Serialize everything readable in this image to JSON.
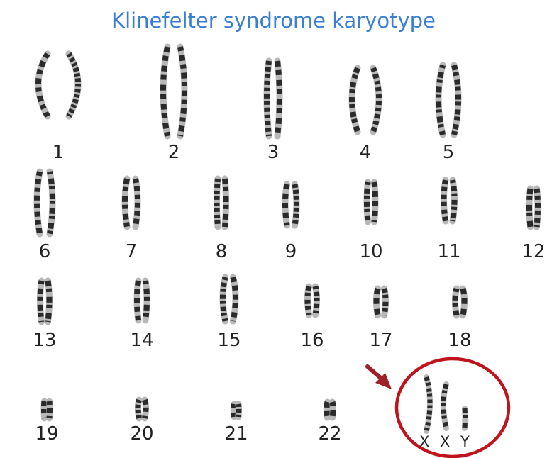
{
  "title": "Klinefelter syndrome karyotype",
  "autosomes": [
    {
      "number": "1"
    },
    {
      "number": "2"
    },
    {
      "number": "3"
    },
    {
      "number": "4"
    },
    {
      "number": "5"
    },
    {
      "number": "6"
    },
    {
      "number": "7"
    },
    {
      "number": "8"
    },
    {
      "number": "9"
    },
    {
      "number": "10"
    },
    {
      "number": "11"
    },
    {
      "number": "12"
    },
    {
      "number": "13"
    },
    {
      "number": "14"
    },
    {
      "number": "15"
    },
    {
      "number": "16"
    },
    {
      "number": "17"
    },
    {
      "number": "18"
    },
    {
      "number": "19"
    },
    {
      "number": "20"
    },
    {
      "number": "21"
    },
    {
      "number": "22"
    }
  ],
  "sex_chromosomes": {
    "labels": [
      "X",
      "X",
      "Y"
    ]
  },
  "highlight": {
    "color": "#c0141c",
    "arrow_color": "#a0202a"
  },
  "colors": {
    "title": "#3a7fd5",
    "chromosome_dark": "#2a2a2a",
    "chromosome_light": "#b8b8b8"
  }
}
